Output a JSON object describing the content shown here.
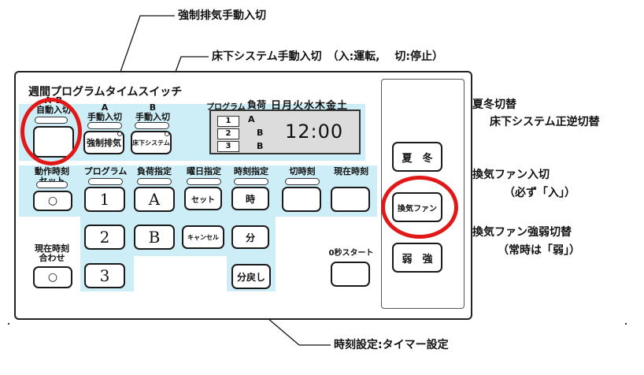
{
  "callouts": {
    "force_exhaust": "強制排気手動入切",
    "floor_system": "床下システム手動入切　（入:運転,　 切:停止）",
    "season": "夏冬切替",
    "season_sub": "床下システム正逆切替",
    "vent_fan": "換気ファン入切",
    "vent_fan_sub": "（必ず「入」）",
    "vent_strength": "換気ファン強弱切替",
    "vent_strength_sub": "（常時は「弱」）",
    "time_setting": "時刻設定:タイマー設定"
  },
  "panel": {
    "title": "週間プログラムタイムスイッチ",
    "ab_label": "A･B\n自動入切",
    "a_label": "A\n手動入切",
    "b_label": "B\n手動入切",
    "force_exhaust_btn": "強制排気",
    "floor_system_btn": "床下システム"
  },
  "display": {
    "header_program": "プログラム",
    "header_load": "負荷",
    "days": "日月火水木金土",
    "rows": [
      {
        "num": "1",
        "load": "A"
      },
      {
        "num": "2",
        "load": "B"
      },
      {
        "num": "3",
        "load": "B"
      }
    ],
    "time": "12:00"
  },
  "buttons": {
    "op_time_set_label": "動作時刻\nセット",
    "op_time_set_symbol": "○",
    "program_label": "プログラム",
    "program_1": "1",
    "program_2": "2",
    "program_3": "3",
    "load_label": "負荷指定",
    "load_a": "A",
    "load_b": "B",
    "weekday_label": "曜日指定",
    "weekday_set": "セット",
    "weekday_cancel": "キャンセル",
    "time_label": "時刻指定",
    "time_hour": "時",
    "time_min": "分",
    "time_back": "分戻し",
    "switch_time_label": "切時刻",
    "current_time_label": "現在時刻",
    "adjust_label": "現在時刻\n合わせ",
    "adjust_symbol": "○",
    "zero_start_label": "0秒スタート"
  },
  "side": {
    "season_btn": "夏　冬",
    "vent_fan_btn": "換気ファン",
    "strength_btn": "弱　強"
  },
  "colors": {
    "highlight": "#cdeef7",
    "annotation_ring": "#e01818"
  }
}
